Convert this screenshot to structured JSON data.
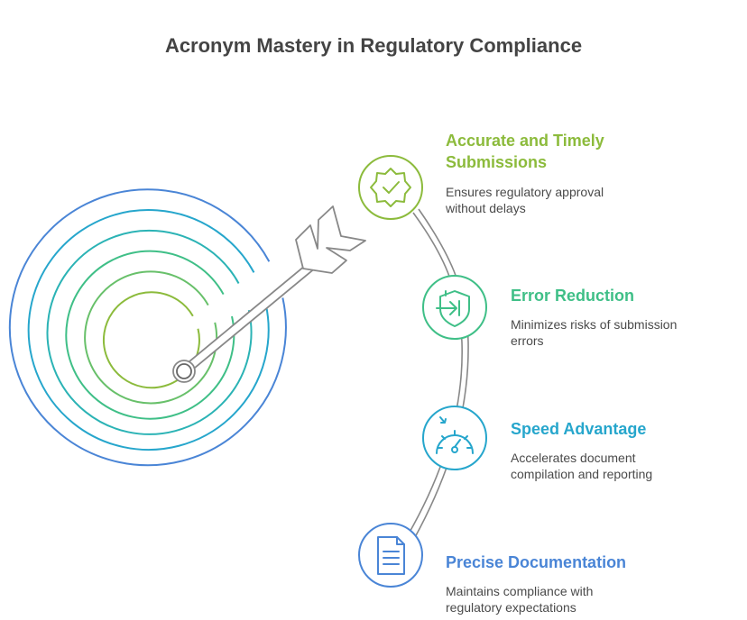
{
  "title": "Acronym Mastery in Regulatory Compliance",
  "items": [
    {
      "title_line1": "Accurate and Timely",
      "title_line2": "Submissions",
      "desc_line1": "Ensures regulatory approval",
      "desc_line2": "without delays",
      "icon": "badge-check-icon",
      "color": "#8cbb3c"
    },
    {
      "title_line1": "Error Reduction",
      "title_line2": "",
      "desc_line1": "Minimizes risks of submission",
      "desc_line2": "errors",
      "icon": "shield-arrow-icon",
      "color": "#3fbf87"
    },
    {
      "title_line1": "Speed Advantage",
      "title_line2": "",
      "desc_line1": "Accelerates document",
      "desc_line2": "compilation and reporting",
      "icon": "speedometer-icon",
      "color": "#26a6cc"
    },
    {
      "title_line1": "Precise Documentation",
      "title_line2": "",
      "desc_line1": "Maintains compliance with",
      "desc_line2": "regulatory expectations",
      "icon": "document-icon",
      "color": "#4a85d6"
    }
  ],
  "target_colors": [
    "#4a85d6",
    "#26a6cc",
    "#2bb3b5",
    "#3fbf87",
    "#68c06a",
    "#8cbb3c"
  ]
}
